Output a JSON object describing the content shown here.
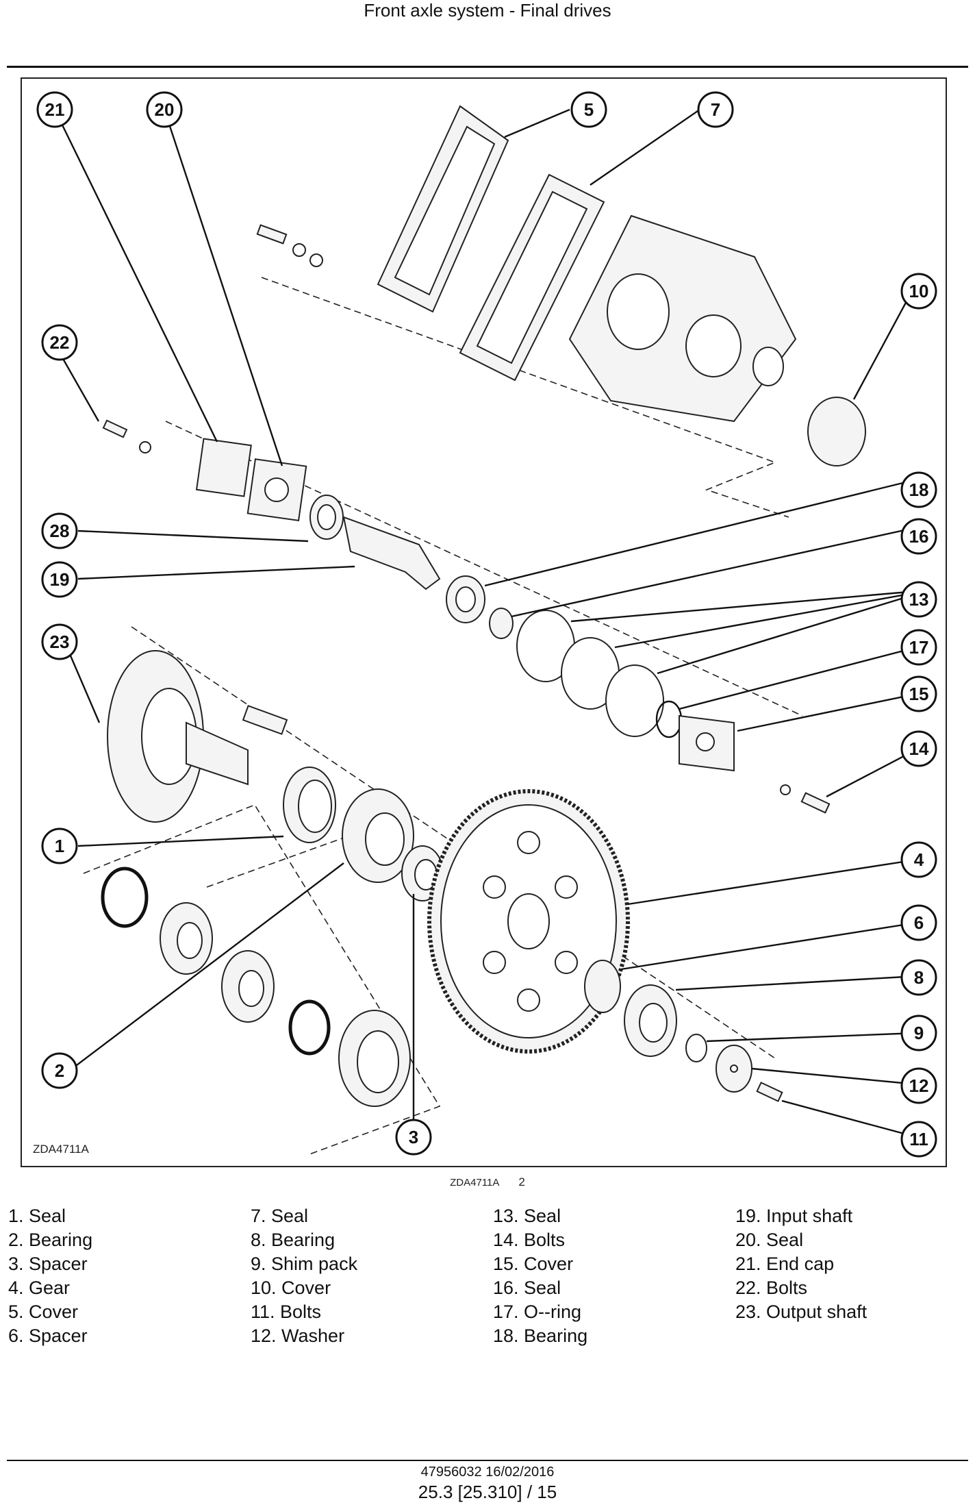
{
  "header": {
    "title": "Front axle system - Final drives"
  },
  "figure": {
    "code_inner": "ZDA4711A",
    "caption_code": "ZDA4711A",
    "caption_number": "2",
    "callouts": [
      "21",
      "20",
      "5",
      "7",
      "10",
      "22",
      "18",
      "16",
      "28",
      "19",
      "13",
      "23",
      "17",
      "15",
      "14",
      "1",
      "4",
      "6",
      "8",
      "9",
      "2",
      "12",
      "3",
      "11"
    ]
  },
  "legend": {
    "columns": [
      [
        "1. Seal",
        "2. Bearing",
        "3. Spacer",
        "4. Gear",
        "5. Cover",
        "6. Spacer"
      ],
      [
        "7. Seal",
        "8. Bearing",
        "9. Shim pack",
        "10. Cover",
        "11. Bolts",
        "12. Washer"
      ],
      [
        "13. Seal",
        "14. Bolts",
        "15. Cover",
        "16. Seal",
        "17. O--ring",
        "18. Bearing"
      ],
      [
        "19. Input shaft",
        "20. Seal",
        "21. End cap",
        "22. Bolts",
        "23. Output shaft"
      ]
    ]
  },
  "footer": {
    "doc": "47956032 16/02/2016",
    "page": "25.3 [25.310] / 15"
  }
}
